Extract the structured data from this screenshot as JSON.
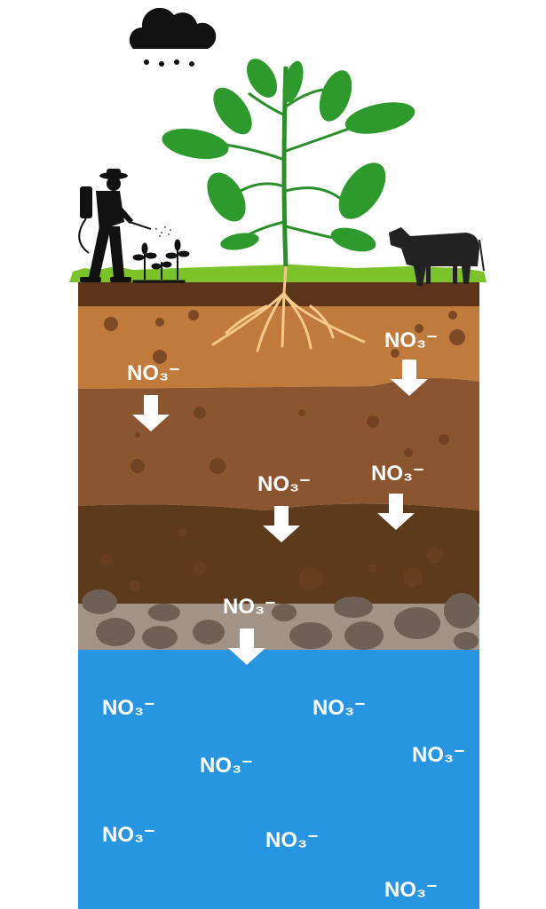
{
  "labels": {
    "nitrate": "NO₃⁻"
  },
  "nitrate_labels": [
    "NO₃⁻",
    "NO₃⁻",
    "NO₃⁻",
    "NO₃⁻",
    "NO₃⁻",
    "NO₃⁻",
    "NO₃⁻",
    "NO₃⁻",
    "NO₃⁻",
    "NO₃⁻",
    "NO₃⁻",
    "NO₃⁻"
  ],
  "icons": [
    "rain-cloud-icon",
    "farmer-spraying-icon",
    "seedlings-icon",
    "plant-icon",
    "cow-icon",
    "down-arrow-icon"
  ],
  "colors": {
    "grass": "#7cc22b",
    "topsoil": "#5b3419",
    "subsoil": "#c07a3b",
    "clay": "#8b5530",
    "deep_soil": "#5e3a1c",
    "gravel": "#a39286",
    "groundwater": "#2895e0",
    "leaf": "#2e9a2e",
    "root": "#f6c98a"
  }
}
